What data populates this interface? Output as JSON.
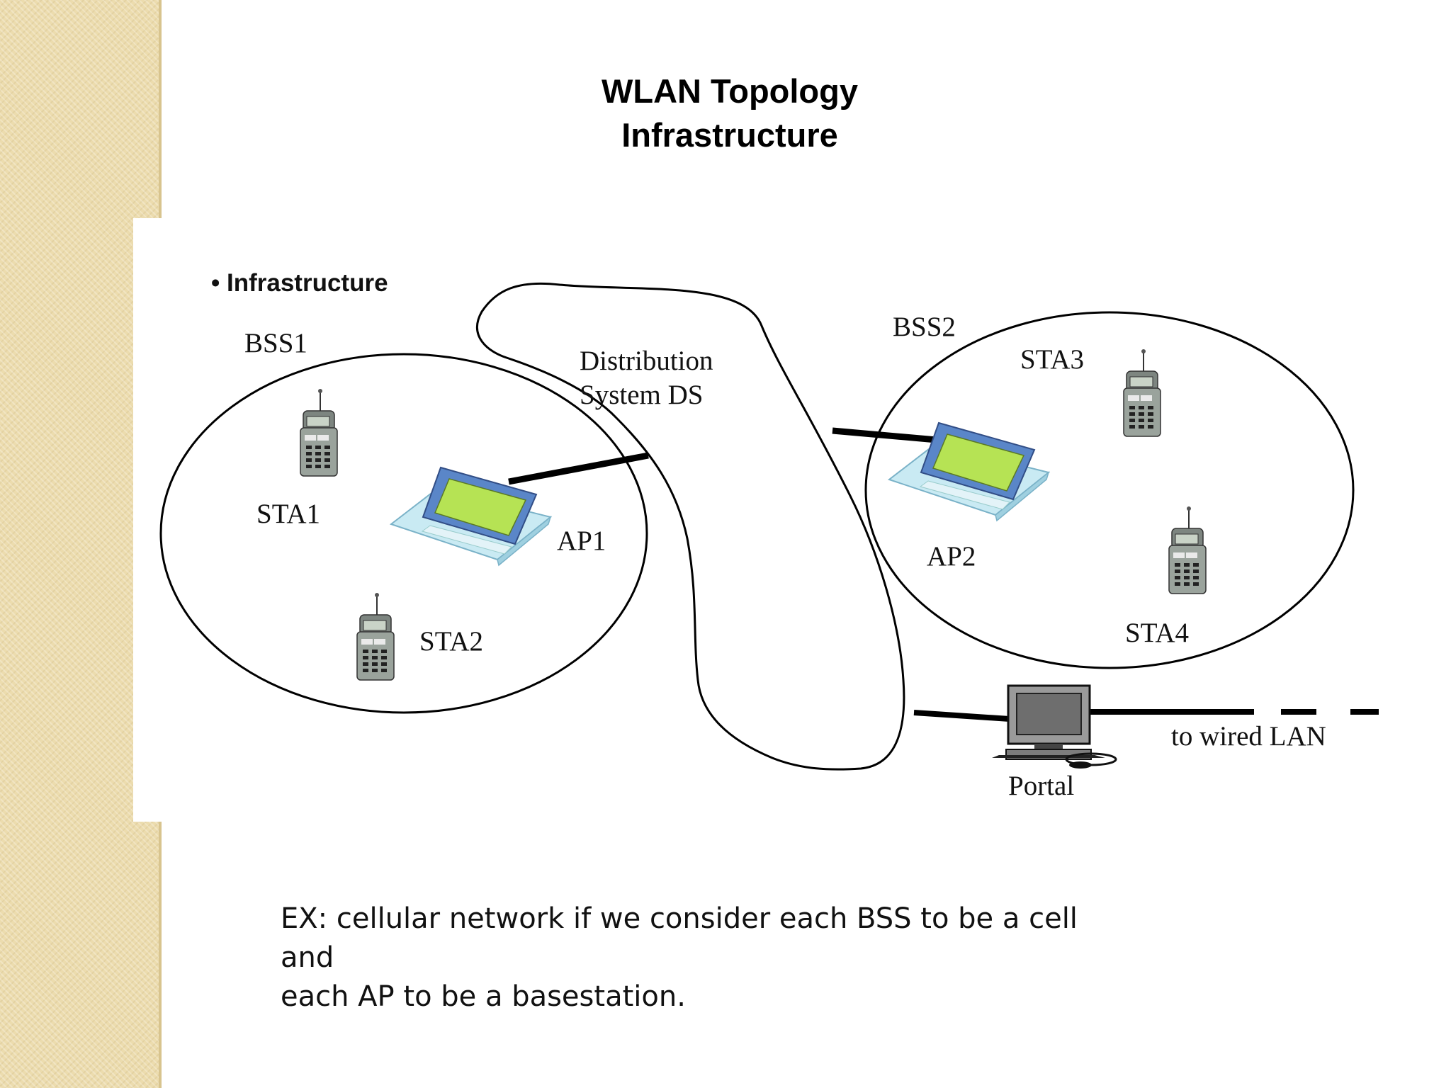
{
  "slide": {
    "title_line1": "WLAN Topology",
    "title_line2": "Infrastructure"
  },
  "figure": {
    "heading": "• Infrastructure",
    "bss1_label": "BSS1",
    "bss2_label": "BSS2",
    "ds_label_line1": "Distribution",
    "ds_label_line2": "System DS",
    "sta1_label": "STA1",
    "sta2_label": "STA2",
    "sta3_label": "STA3",
    "sta4_label": "STA4",
    "ap1_label": "AP1",
    "ap2_label": "AP2",
    "portal_label": "Portal",
    "wired_lan_label": "to wired LAN"
  },
  "caption": {
    "line1": "EX: cellular network if we consider each BSS to be a cell",
    "line2": "and",
    "line3": "each AP to be a basestation."
  }
}
